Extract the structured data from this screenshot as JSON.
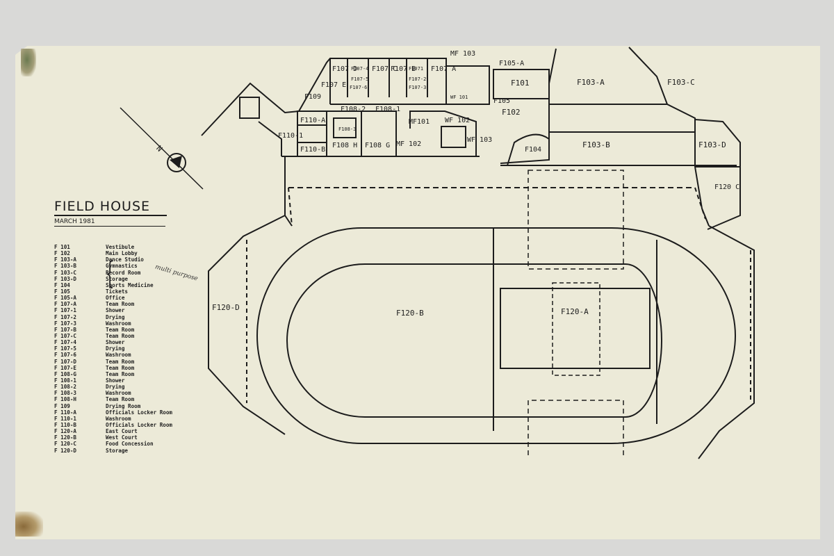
{
  "title": "FIELD HOUSE",
  "subtitle": "MARCH 1981",
  "north_label": "N",
  "handwritten_note": "multi purpose",
  "room_labels": {
    "f103a": "F103-A",
    "f103b": "F103-B",
    "f103c": "F103-C",
    "f103d": "F103-D",
    "f101": "F101",
    "f102": "F102",
    "f104": "F104",
    "f105": "F105",
    "f105a": "F105-A",
    "mf103": "MF 103",
    "mf101": "MF101",
    "mf102": "MF 102",
    "wf102": "WF 102",
    "wf103": "WF 103",
    "wf101": "WF 101",
    "f107d": "F107 D",
    "f1074": "F107-4",
    "f107c": "F107 C",
    "f107b": "F107 B",
    "f1071": "F1071",
    "f107a": "F107 A",
    "f1075": "F107-5",
    "f1072": "F107-2",
    "f1076": "F107-6",
    "f1073": "F107-3",
    "f107e": "F107 E",
    "f109": "F109",
    "f1082": "F108-2",
    "f1081": "F108-1",
    "f1083": "F108-3",
    "f108h": "F108 H",
    "f108g": "F108 G",
    "f110a": "F110-A",
    "f1101": "F110-1",
    "f110b": "F110-B",
    "f120a": "F120-A",
    "f120b": "F120-B",
    "f120c": "F120 C",
    "f120d": "F120-D"
  },
  "legend": [
    {
      "code": "F 101",
      "desc": "Vestibule"
    },
    {
      "code": "F 102",
      "desc": "Main Lobby"
    },
    {
      "code": "F 103-A",
      "desc": "Dance Studio"
    },
    {
      "code": "F 103-B",
      "desc": "Gymnastics"
    },
    {
      "code": "F 103-C",
      "desc": "Record Room"
    },
    {
      "code": "F 103-D",
      "desc": "Storage"
    },
    {
      "code": "F 104",
      "desc": "Sports Medicine"
    },
    {
      "code": "F 105",
      "desc": "Tickets"
    },
    {
      "code": "F 105-A",
      "desc": "Office"
    },
    {
      "code": "F 107-A",
      "desc": "Team Room"
    },
    {
      "code": "F 107-1",
      "desc": "Shower"
    },
    {
      "code": "F 107-2",
      "desc": "Drying"
    },
    {
      "code": "F 107-3",
      "desc": "Washroom"
    },
    {
      "code": "F 107-B",
      "desc": "Team Room"
    },
    {
      "code": "F 107-C",
      "desc": "Team Room"
    },
    {
      "code": "F 107-4",
      "desc": "Shower"
    },
    {
      "code": "F 107-5",
      "desc": "Drying"
    },
    {
      "code": "F 107-6",
      "desc": "Washroom"
    },
    {
      "code": "F 107-D",
      "desc": "Team Room"
    },
    {
      "code": "F 107-E",
      "desc": "Team Room"
    },
    {
      "code": "F 108-G",
      "desc": "Team Room"
    },
    {
      "code": "F 108-1",
      "desc": "Shower"
    },
    {
      "code": "F 108-2",
      "desc": "Drying"
    },
    {
      "code": "F 108-3",
      "desc": "Washroom"
    },
    {
      "code": "F 108-H",
      "desc": "Team Room"
    },
    {
      "code": "F 109",
      "desc": "Drying Room"
    },
    {
      "code": "F 110-A",
      "desc": "Officials Locker Room"
    },
    {
      "code": "F 110-1",
      "desc": "Washroom"
    },
    {
      "code": "F 110-B",
      "desc": "Officials Locker Room"
    },
    {
      "code": "F 120-A",
      "desc": "East Court"
    },
    {
      "code": "F 120-B",
      "desc": "West Court"
    },
    {
      "code": "F 120-C",
      "desc": "Food Concession"
    },
    {
      "code": "F 120-D",
      "desc": "Storage"
    }
  ],
  "colors": {
    "ink": "#1c1c1c",
    "paper": "#ecead8",
    "background": "#d9d9d7"
  }
}
